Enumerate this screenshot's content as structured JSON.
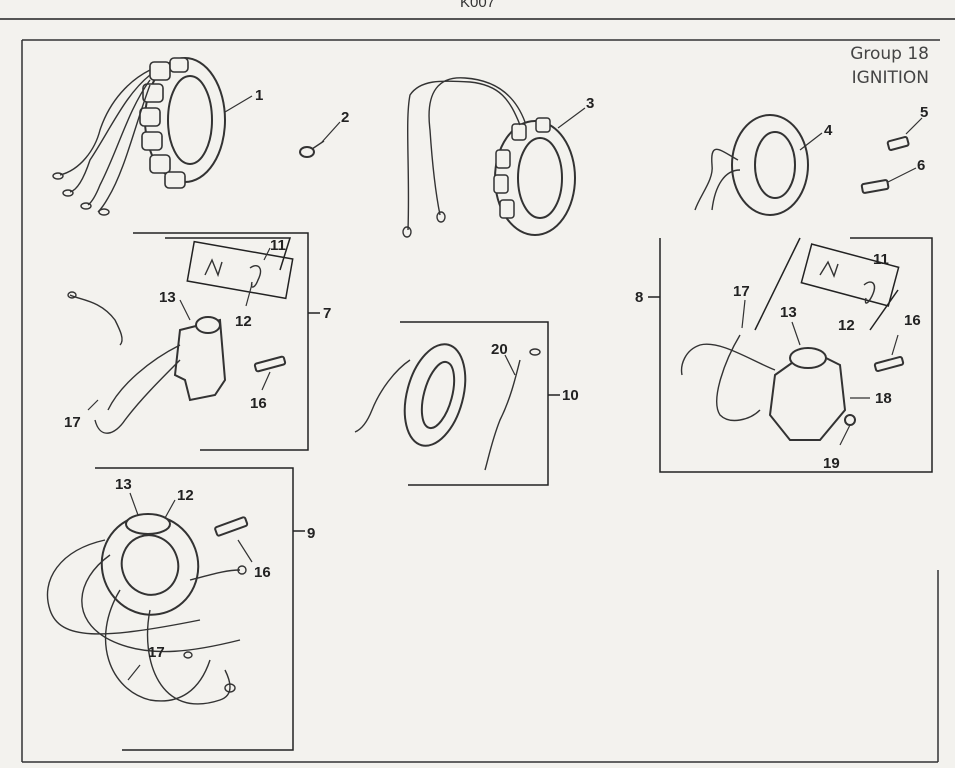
{
  "header": {
    "page_code": "K007"
  },
  "group": {
    "line1": "Group 18",
    "line2": "IGNITION"
  },
  "callouts": {
    "c1": "1",
    "c2": "2",
    "c3": "3",
    "c4": "4",
    "c5": "5",
    "c6": "6",
    "c7": "7",
    "c8": "8",
    "c9": "9",
    "c10": "10",
    "c11a": "11",
    "c12a": "12",
    "c13a": "13",
    "c16a": "16",
    "c17a": "17",
    "c11b": "11",
    "c12b": "12",
    "c13b": "13",
    "c16b": "16",
    "c17b": "17",
    "c18": "18",
    "c19": "19",
    "c13c": "13",
    "c12c": "12",
    "c16c": "16",
    "c17c": "17",
    "c20": "20"
  }
}
